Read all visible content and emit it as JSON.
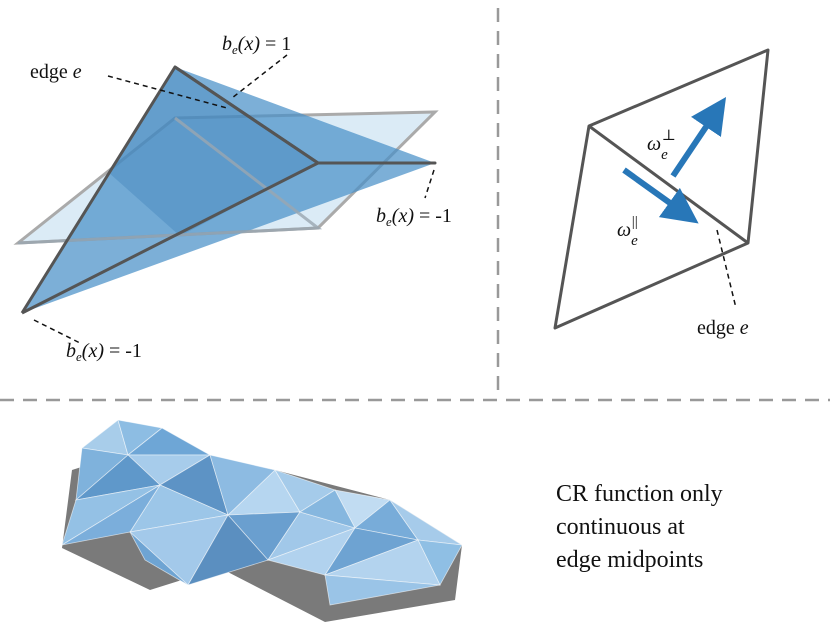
{
  "panel_top_left": {
    "label_edge": {
      "prefix": "edge ",
      "var": "e"
    },
    "label_top": {
      "b": "b",
      "sub": "e",
      "arg": "(x)",
      "eq": " = 1"
    },
    "label_right": {
      "b": "b",
      "sub": "e",
      "arg": "(x)",
      "eq": " = -1"
    },
    "label_bottom": {
      "b": "b",
      "sub": "e",
      "arg": "(x)",
      "eq": " = -1"
    }
  },
  "panel_top_right": {
    "omega_perp": {
      "sym": "ω",
      "sub": "e",
      "sup": "⊥"
    },
    "omega_par": {
      "sym": "ω",
      "sub": "e",
      "sup": "||"
    },
    "label_edge": {
      "prefix": "edge ",
      "var": "e"
    }
  },
  "panel_bottom": {
    "caption_lines": [
      "CR function only",
      "continuous at",
      "edge midpoints"
    ]
  },
  "colors": {
    "blue_fill": "#4a90c8",
    "light_blue_fill": "#d5e8f5",
    "arrow_blue": "#2877b8",
    "outline": "#555555",
    "divider": "#999999"
  }
}
